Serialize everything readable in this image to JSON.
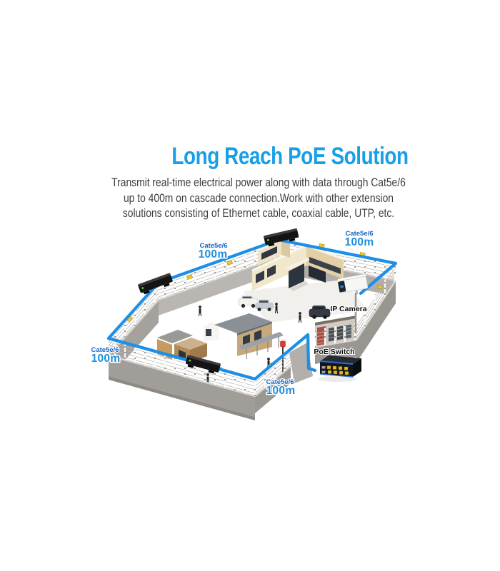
{
  "header": {
    "title": "Long Reach PoE Solution",
    "description_lines": [
      "Transmit real-time electrical power along with data through Cat5e/6",
      "up to 400m on cascade connection.Work with other extension",
      "solutions consisting of Ethernet cable, coaxial cable, UTP, etc."
    ]
  },
  "diagram": {
    "cable_labels": [
      {
        "position": "top-left",
        "cable": "Cate5e/6",
        "distance": "100m"
      },
      {
        "position": "top-right",
        "cable": "Cate5e/6",
        "distance": "100m"
      },
      {
        "position": "left",
        "cable": "Cate5e/6",
        "distance": "100m"
      },
      {
        "position": "bottom",
        "cable": "Cate5e/6",
        "distance": "100m"
      }
    ],
    "devices": {
      "ip_camera_label": "IP Camera",
      "poe_switch_label": "PoE Switch"
    },
    "colors": {
      "title_blue": "#189fe8",
      "cable_blue": "#1e8fe6",
      "label_blue_small": "#1565bd",
      "label_blue_large": "#1e8ede",
      "wall_gray": "#a19d99",
      "extender_black": "#141414",
      "port_yellow": "#e8b91f",
      "warning_yellow": "#f6c81e"
    }
  }
}
